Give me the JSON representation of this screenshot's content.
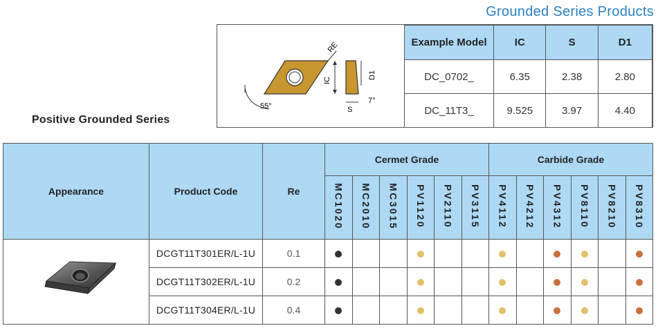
{
  "header": {
    "title": "Grounded Series Products"
  },
  "series_label": "Positive Grounded Series",
  "diagram": {
    "labels": {
      "re": "RE",
      "ic": "IC",
      "d1": "D1",
      "s": "S",
      "angle_main": "55°",
      "angle_side": "7°"
    }
  },
  "spec_table": {
    "headers": [
      "Example Model",
      "IC",
      "S",
      "D1"
    ],
    "rows": [
      [
        "DC_0702_",
        "6.35",
        "2.38",
        "2.80"
      ],
      [
        "DC_11T3_",
        "9.525",
        "3.97",
        "4.40"
      ]
    ]
  },
  "main_table": {
    "headers": {
      "appearance": "Appearance",
      "product_code": "Product Code",
      "re": "Re",
      "cermet_group": "Cermet Grade",
      "carbide_group": "Carbide Grade"
    },
    "grades": [
      "MC1020",
      "MC2010",
      "MC3015",
      "PV1120",
      "PV2110",
      "PV3115",
      "PV4112",
      "PV4212",
      "PV4312",
      "PV8110",
      "PV8210",
      "PV8310"
    ],
    "rows": [
      {
        "code": "DCGT11T301ER/L-1U",
        "re": "0.1",
        "marks": [
          "black",
          "",
          "",
          "gold",
          "",
          "",
          "gold",
          "",
          "copper",
          "gold",
          "",
          "copper"
        ]
      },
      {
        "code": "DCGT11T302ER/L-1U",
        "re": "0.2",
        "marks": [
          "black",
          "",
          "",
          "gold",
          "",
          "",
          "gold",
          "",
          "copper",
          "gold",
          "",
          "copper"
        ]
      },
      {
        "code": "DCGT11T304ER/L-1U",
        "re": "0.4",
        "marks": [
          "black",
          "",
          "",
          "gold",
          "",
          "",
          "gold",
          "",
          "copper",
          "gold",
          "",
          "copper"
        ]
      }
    ]
  },
  "colors": {
    "header_bg": "#aed9f5",
    "title_blue": "#2a7fc1",
    "black": "#333333",
    "gold": "#e2c06a",
    "copper": "#c9703f",
    "insert_gold": "#c8962e"
  }
}
